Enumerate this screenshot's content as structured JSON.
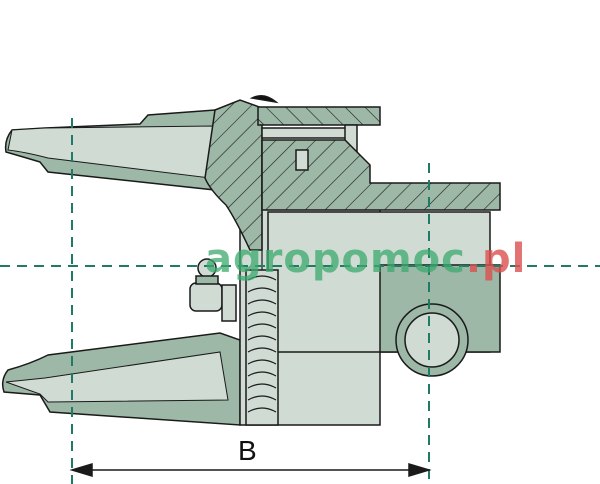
{
  "drawing": {
    "dimension_label": "B",
    "colors": {
      "dark_fill": "#9db8a6",
      "light_fill": "#cfdbd3",
      "centerline": "#1f7a66",
      "outline": "#1a1a1a"
    }
  },
  "watermark": {
    "text_main": "agropomoc",
    "text_suffix": ".pl"
  }
}
